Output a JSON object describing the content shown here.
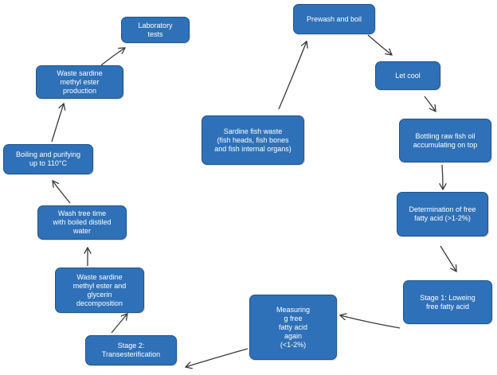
{
  "colors": {
    "node_fill": "#2f71b8",
    "arrow": "#3a3a3a"
  },
  "nodes": {
    "lab": {
      "label": "Laboratory\ntests"
    },
    "methyl_ester_production": {
      "label": "Waste sardine\nmethyl ester\nproduction"
    },
    "boiling": {
      "label": "Boiling and purifying\nup to 110°C"
    },
    "wash": {
      "label": "Wash tree time\nwith boiled distiled\nwater"
    },
    "decomposition": {
      "label": "Waste sardine\nmethyl ester and\nglycerin\ndecomposition"
    },
    "stage2": {
      "label": "Stage 2:\nTransesterification"
    },
    "measuring": {
      "label": "Measuring\ng free\nfatty acid\nagain\n(<1-2%)"
    },
    "stage1": {
      "label": "Stage 1: Loweing\nfree fatty acid"
    },
    "determination": {
      "label": "Determination of free\nfatty acid (>1-2%)"
    },
    "bottling": {
      "label": "Bottling raw fish oil\naccumulating on top"
    },
    "cool": {
      "label": "Let cool"
    },
    "prewash": {
      "label": "Prewash and boil"
    },
    "sardine": {
      "label": "Sardine fish waste\n(fish heads, fish bones\nand fish internal organs)"
    }
  }
}
